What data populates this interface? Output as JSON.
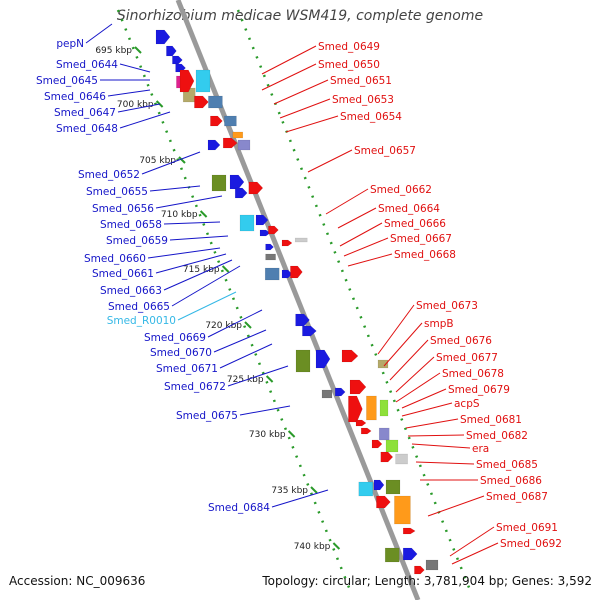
{
  "title": "Sinorhizobium medicae WSM419, complete genome",
  "footer": {
    "accession": "Accession: NC_009636",
    "topology": "Topology: circular; Length: 3,781,904 bp; Genes: 3,592"
  },
  "colors": {
    "left_label": "#1515c8",
    "right_label": "#e01010",
    "rna_label": "#35b8e6",
    "backbone": "#9a9a9a",
    "tick": "#2a9a2a"
  },
  "ticks": [
    "695 kbp",
    "700 kbp",
    "705 kbp",
    "710 kbp",
    "715 kbp",
    "720 kbp",
    "725 kbp",
    "730 kbp",
    "735 kbp",
    "740 kbp"
  ],
  "left_labels": [
    "pepN",
    "Smed_0644",
    "Smed_0645",
    "Smed_0646",
    "Smed_0647",
    "Smed_0648",
    "Smed_0652",
    "Smed_0655",
    "Smed_0656",
    "Smed_0658",
    "Smed_0659",
    "Smed_0660",
    "Smed_0661",
    "Smed_0663",
    "Smed_0665",
    "Smed_R0010",
    "Smed_0669",
    "Smed_0670",
    "Smed_0671",
    "Smed_0672",
    "Smed_0675",
    "Smed_0684"
  ],
  "right_labels": [
    "Smed_0649",
    "Smed_0650",
    "Smed_0651",
    "Smed_0653",
    "Smed_0654",
    "Smed_0657",
    "Smed_0662",
    "Smed_0664",
    "Smed_0666",
    "Smed_0667",
    "Smed_0668",
    "Smed_0673",
    "smpB",
    "Smed_0676",
    "Smed_0677",
    "Smed_0678",
    "Smed_0679",
    "acpS",
    "Smed_0681",
    "Smed_0682",
    "era",
    "Smed_0685",
    "Smed_0686",
    "Smed_0687",
    "Smed_0691",
    "Smed_0692"
  ]
}
